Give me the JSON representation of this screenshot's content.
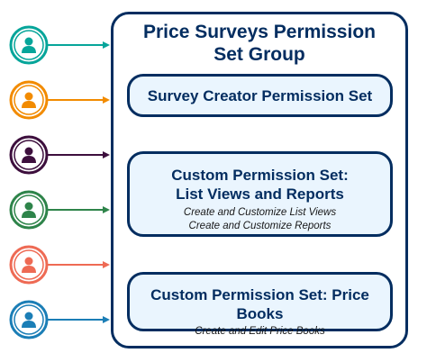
{
  "group": {
    "title_line1": "Price Surveys Permission",
    "title_line2": "Set Group"
  },
  "permission_sets": [
    {
      "title_lines": [
        "Survey Creator Permission Set"
      ],
      "items": []
    },
    {
      "title_lines": [
        "Custom Permission Set:",
        "List Views and Reports"
      ],
      "items": [
        "Create and Customize List Views",
        "Create and Customize Reports"
      ]
    },
    {
      "title_lines": [
        "Custom Permission Set: Price Books"
      ],
      "items": [
        "Create and Edit Price Books"
      ]
    }
  ],
  "users": [
    {
      "icon": "user-icon",
      "color": "#06a59a"
    },
    {
      "icon": "user-icon",
      "color": "#f28b00"
    },
    {
      "icon": "user-icon",
      "color": "#3d0f3d"
    },
    {
      "icon": "user-icon",
      "color": "#2e844a"
    },
    {
      "icon": "user-icon",
      "color": "#ee6a54"
    },
    {
      "icon": "user-icon",
      "color": "#1b7eb6"
    }
  ],
  "colors": {
    "navy": "#032d60",
    "box_fill": "#eaf5fe"
  }
}
